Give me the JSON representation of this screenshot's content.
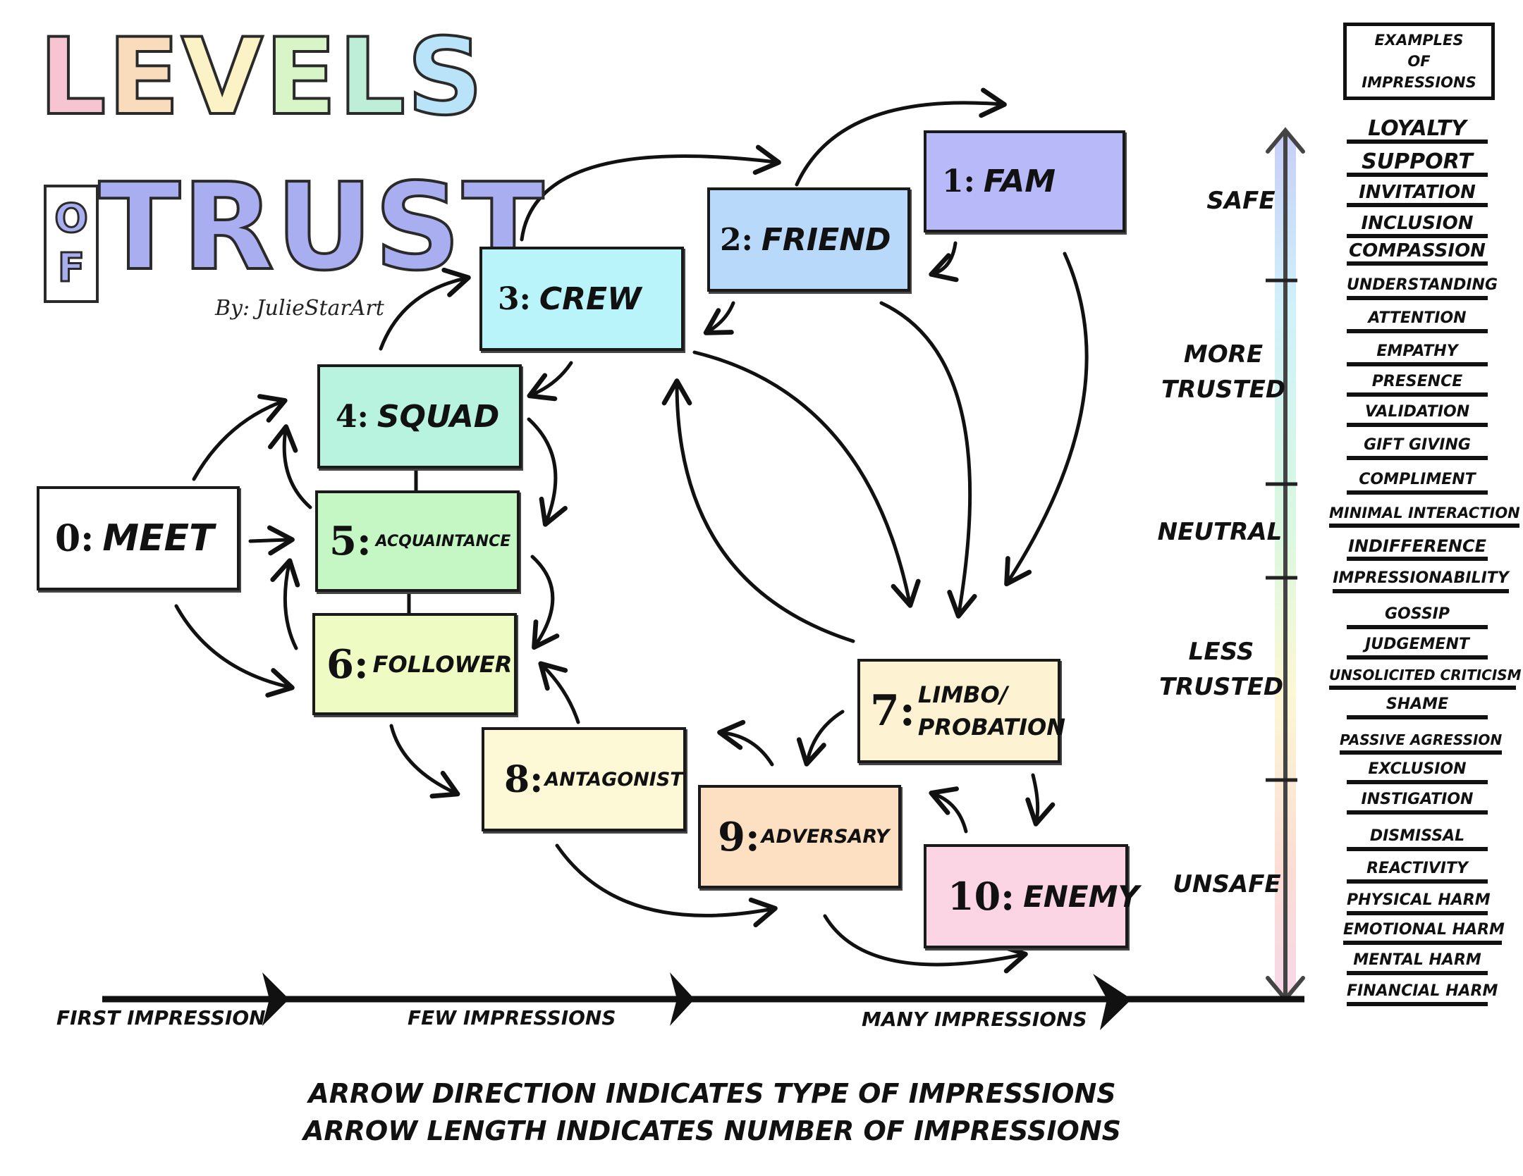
{
  "title": {
    "letters_levels": [
      "L",
      "E",
      "V",
      "E",
      "L",
      "S"
    ],
    "of_letters": [
      "O",
      "F"
    ],
    "trust": "TRUST",
    "byline": "By: JulieStarArt"
  },
  "header_box": {
    "line1": "EXAMPLES",
    "line2": "OF",
    "line3": "IMPRESSIONS"
  },
  "levels": [
    {
      "num": "0:",
      "name": "MEET",
      "color": "#ffffff"
    },
    {
      "num": "1:",
      "name": "FAM",
      "color": "#b8b9f8"
    },
    {
      "num": "2:",
      "name": "FRIEND",
      "color": "#b9d9fb"
    },
    {
      "num": "3:",
      "name": "CREW",
      "color": "#b9f4fa"
    },
    {
      "num": "4:",
      "name": "SQUAD",
      "color": "#b7f3de"
    },
    {
      "num": "5:",
      "name": "ACQUAINTANCE",
      "color": "#c5f7c4"
    },
    {
      "num": "6:",
      "name": "FOLLOWER",
      "color": "#eefcc4"
    },
    {
      "num": "7:",
      "name_line1": "LIMBO/",
      "name_line2": "PROBATION",
      "color": "#fdf3d3"
    },
    {
      "num": "8:",
      "name": "ANTAGONIST",
      "color": "#fdf8d6"
    },
    {
      "num": "9:",
      "name": "ADVERSARY",
      "color": "#fde0c2"
    },
    {
      "num": "10:",
      "name": "ENEMY",
      "color": "#fbd5e3"
    }
  ],
  "zones": {
    "safe": "SAFE",
    "more_trusted_1": "MORE",
    "more_trusted_2": "TRUSTED",
    "neutral": "NEUTRAL",
    "less_trusted_1": "LESS",
    "less_trusted_2": "TRUSTED",
    "unsafe": "UNSAFE"
  },
  "impressions": [
    "LOYALTY",
    "SUPPORT",
    "INVITATION",
    "INCLUSION",
    "COMPASSION",
    "UNDERSTANDING",
    "ATTENTION",
    "EMPATHY",
    "PRESENCE",
    "VALIDATION",
    "GIFT GIVING",
    "COMPLIMENT",
    "MINIMAL INTERACTION",
    "INDIFFERENCE",
    "IMPRESSIONABILITY",
    "GOSSIP",
    "JUDGEMENT",
    "UNSOLICITED CRITICISM",
    "SHAME",
    "PASSIVE AGRESSION",
    "EXCLUSION",
    "INSTIGATION",
    "DISMISSAL",
    "REACTIVITY",
    "PHYSICAL HARM",
    "EMOTIONAL HARM",
    "MENTAL HARM",
    "FINANCIAL HARM"
  ],
  "timeline": {
    "first": "FIRST IMPRESSION",
    "few": "FEW IMPRESSIONS",
    "many": "MANY IMPRESSIONS"
  },
  "footer": {
    "line1": "ARROW DIRECTION INDICATES TYPE OF IMPRESSIONS",
    "line2": "ARROW LENGTH INDICATES NUMBER OF IMPRESSIONS"
  },
  "colors": {
    "levels_letters": [
      "#f7c4d2",
      "#f8dcbc",
      "#fbf2c6",
      "#d8f5c7",
      "#bfeed8",
      "#b9e3f8"
    ],
    "trust": "#a9aef0",
    "scale_gradient": [
      "#9aa6f0",
      "#a8e6f6",
      "#b9f2c9",
      "#fbf1b0",
      "#f9c2b0",
      "#f0b6d4"
    ]
  }
}
